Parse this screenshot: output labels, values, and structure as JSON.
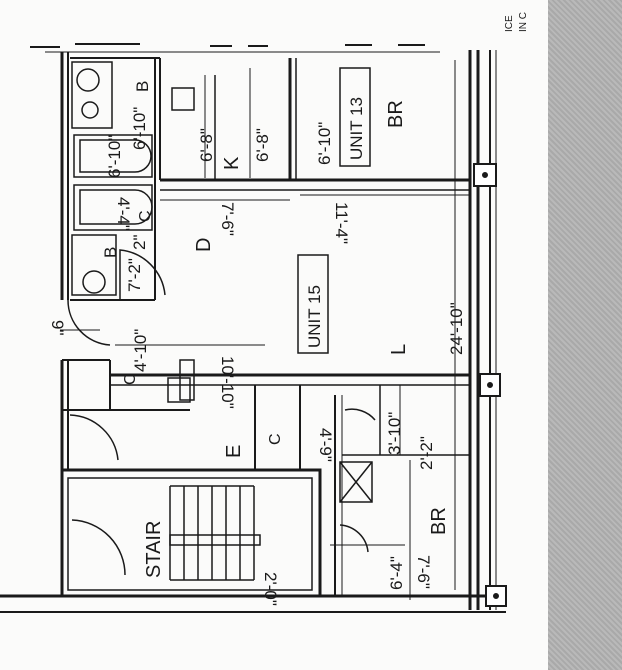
{
  "plan": {
    "header_fragments": [
      "ICE",
      "IN C"
    ],
    "units": {
      "unit_13": "UNIT 13",
      "unit_15": "UNIT 15"
    },
    "rooms": {
      "br_top": "BR",
      "k": "K",
      "d": "D",
      "l": "L",
      "e": "E",
      "br_bottom": "BR",
      "stair": "STAIR",
      "b_top": "B",
      "b_mid": "B",
      "c_top": "C",
      "c_left": "C",
      "c_right": "C"
    },
    "dimensions": {
      "d_6_10_a": "6'-10\"",
      "d_6_10_b": "6'-10\"",
      "d_6_8_a": "6'-8\"",
      "d_6_8_b": "6'-8\"",
      "d_6_10_c": "6'-10\"",
      "d_7_6": "7'-6\"",
      "d_11_4": "11'-4\"",
      "d_4_a": "4'-4\"",
      "d_2": "2\"",
      "d_7_2": "7'-2\"",
      "d_24_10": "24'-10\"",
      "d_9": "9\"",
      "d_4_10": "4'-10\"",
      "d_10_10": "10'-10\"",
      "d_3_10": "3'-10\"",
      "d_2_2": "2'-2\"",
      "d_4_9": "4'-9\"",
      "d_6_4": "6'-4\"",
      "d_7_6_b": "7'-6\"",
      "d_2_0": "2'-0\""
    }
  }
}
